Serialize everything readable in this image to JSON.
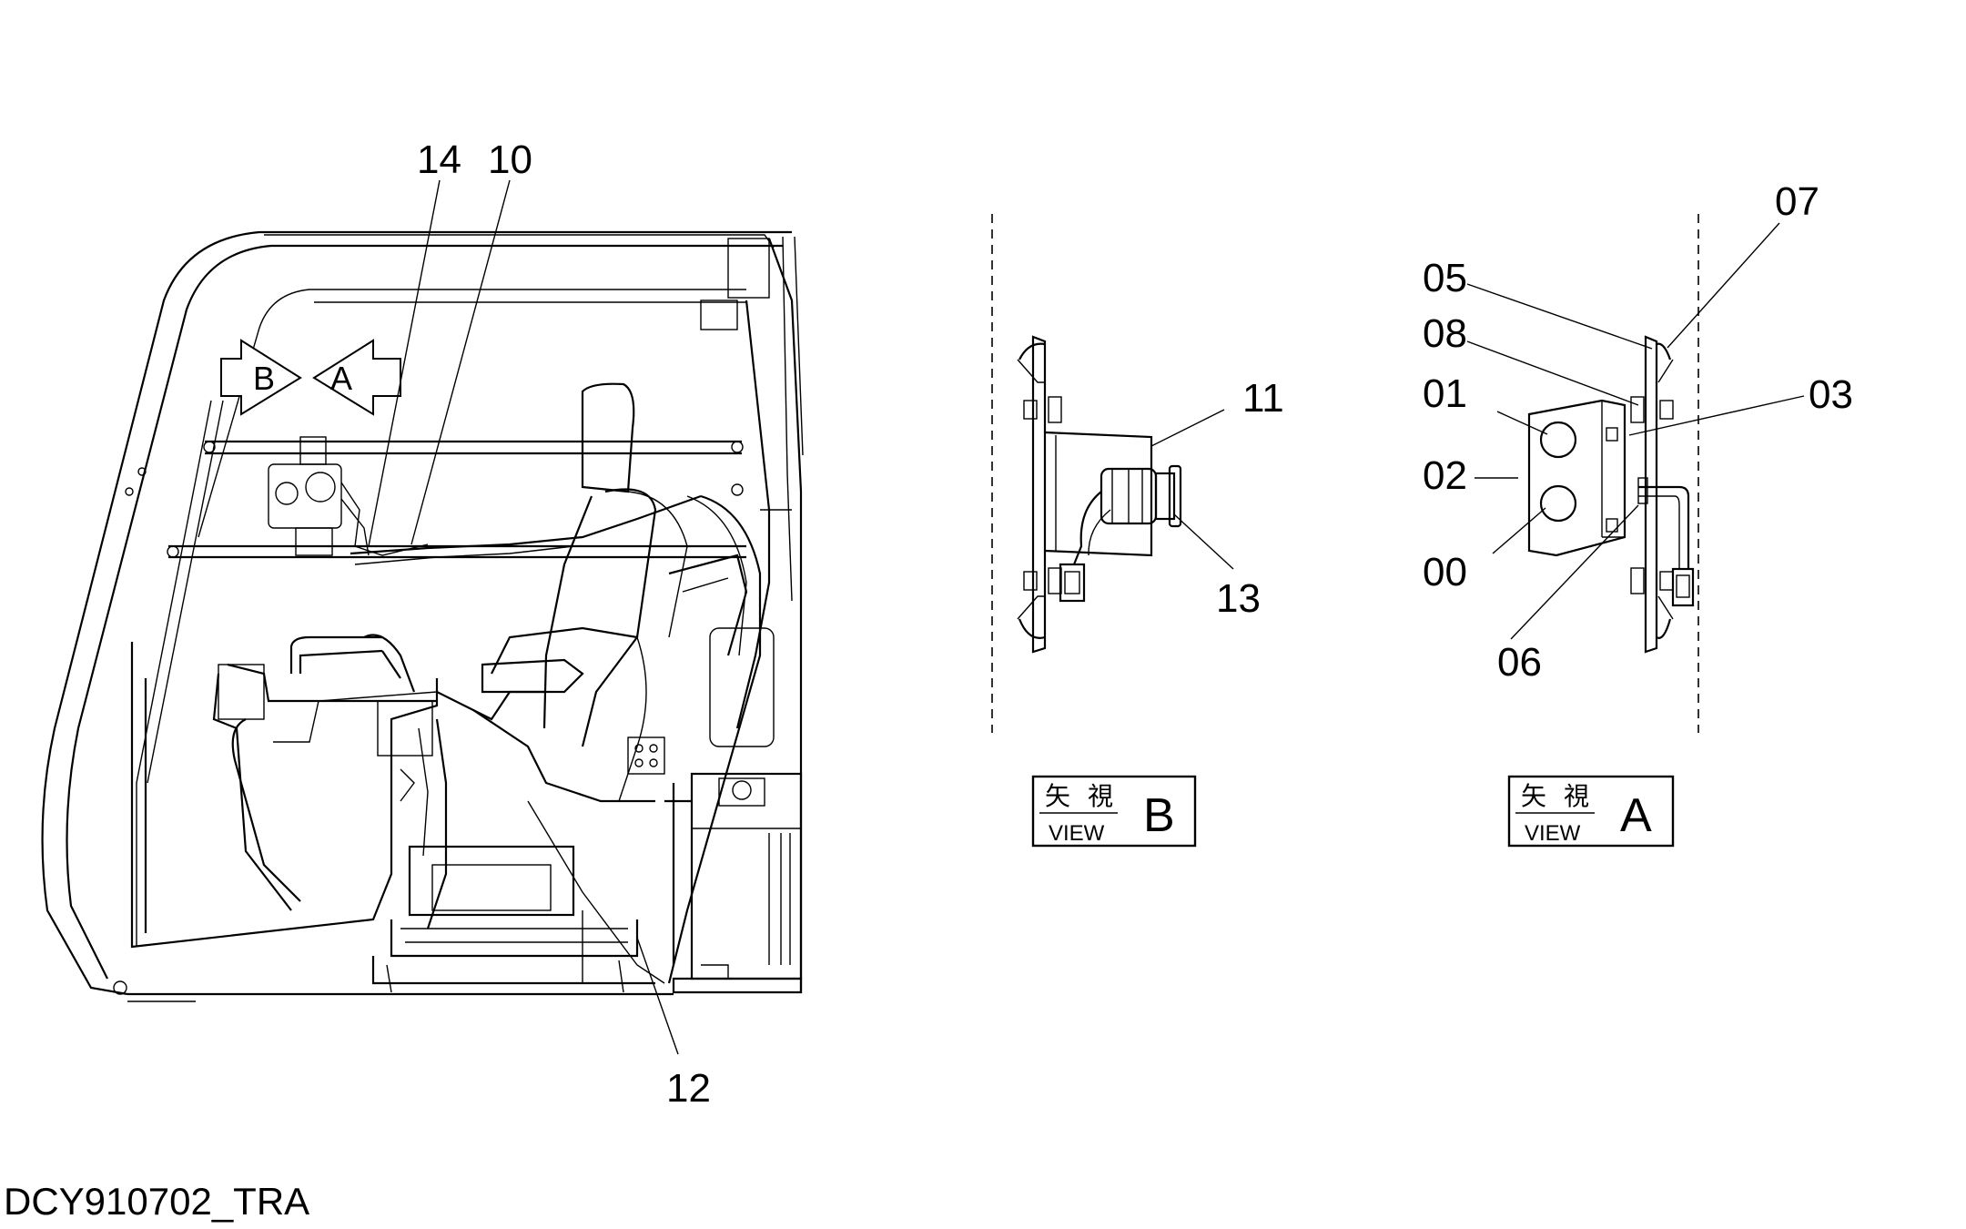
{
  "callouts": {
    "c14": "14",
    "c10": "10",
    "c12": "12",
    "c11": "11",
    "c13": "13",
    "c07": "07",
    "c05": "05",
    "c08": "08",
    "c01": "01",
    "c03": "03",
    "c02": "02",
    "c00": "00",
    "c06": "06"
  },
  "view_markers": {
    "b": "B",
    "a": "A"
  },
  "view_boxes": {
    "b": {
      "kanji_1": "矢",
      "kanji_2": "視",
      "word": "VIEW",
      "letter": "B"
    },
    "a": {
      "kanji_1": "矢",
      "kanji_2": "視",
      "word": "VIEW",
      "letter": "A"
    }
  },
  "drawing_code": "DCY910702_TRA"
}
